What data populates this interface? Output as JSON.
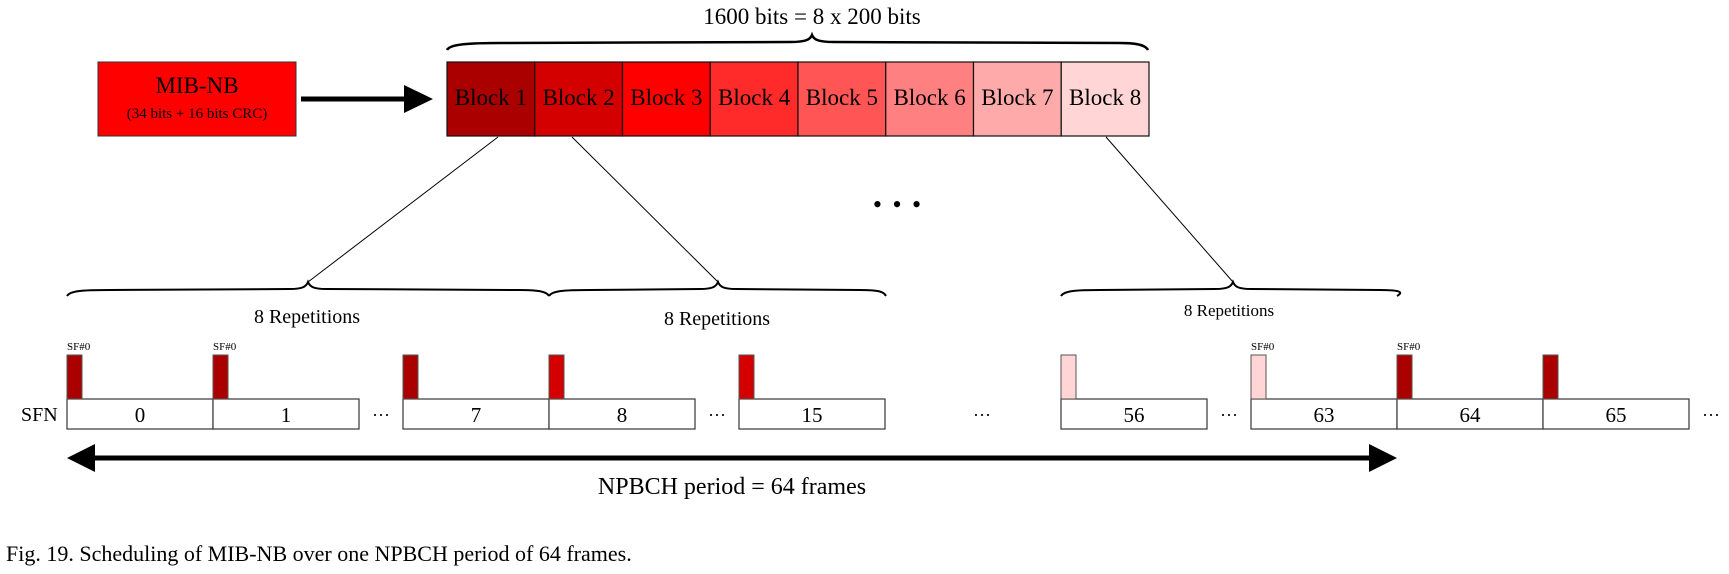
{
  "diagram": {
    "top_label": "1600 bits = 8 x 200 bits",
    "mib": {
      "title": "MIB-NB",
      "subtitle": "(34 bits + 16 bits CRC)",
      "color": "#ff0000"
    },
    "blocks": [
      {
        "label": "Block 1",
        "color": "#aa0000"
      },
      {
        "label": "Block 2",
        "color": "#d40000"
      },
      {
        "label": "Block 3",
        "color": "#ff0000"
      },
      {
        "label": "Block 4",
        "color": "#ff2a2a"
      },
      {
        "label": "Block 5",
        "color": "#ff5555"
      },
      {
        "label": "Block 6",
        "color": "#ff8080"
      },
      {
        "label": "Block 7",
        "color": "#ffaaaa"
      },
      {
        "label": "Block 8",
        "color": "#ffd5d5"
      }
    ],
    "middle_ellipsis": "• • •",
    "repetition_labels": [
      "8 Repetitions",
      "8 Repetitions",
      "8 Repetitions"
    ],
    "sfn_label": "SFN",
    "sf_label": "SF#0",
    "frames": [
      {
        "sfn": "0",
        "block": 1,
        "sf_label": true
      },
      {
        "sfn": "1",
        "block": 1,
        "sf_label": true
      },
      {
        "sfn": "7",
        "block": 1,
        "sf_label": false
      },
      {
        "sfn": "8",
        "block": 2,
        "sf_label": false
      },
      {
        "sfn": "15",
        "block": 2,
        "sf_label": false
      },
      {
        "sfn": "56",
        "block": 8,
        "sf_label": false
      },
      {
        "sfn": "63",
        "block": 8,
        "sf_label": true
      },
      {
        "sfn": "64",
        "block": 1,
        "sf_label": true
      },
      {
        "sfn": "65",
        "block": 1,
        "sf_label": false
      }
    ],
    "frame_gap_ellipsis": "···",
    "period_label": "NPBCH period = 64 frames"
  },
  "caption": "Fig. 19.  Scheduling of MIB-NB over one NPBCH period of 64 frames."
}
